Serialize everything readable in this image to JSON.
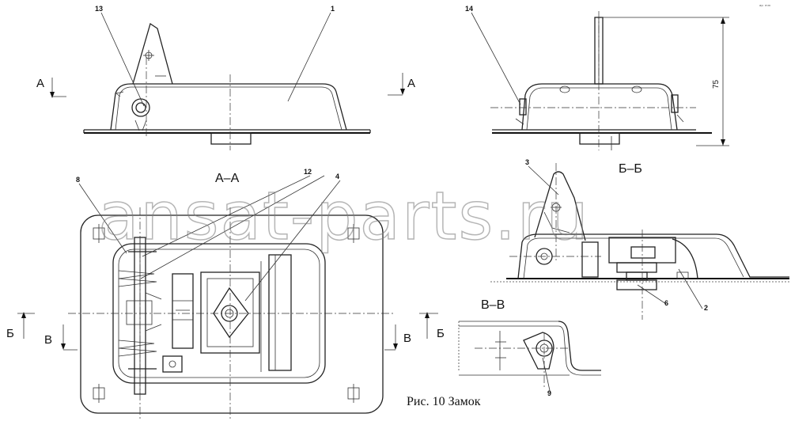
{
  "caption": "Рис. 10 Замок",
  "watermark": "ansat-parts.ru",
  "sections": {
    "aa": "А–А",
    "bb": "Б–Б",
    "vv": "В–В"
  },
  "view_marks": {
    "a_left": "А",
    "a_right": "А",
    "b_left": "Б",
    "b_right": "Б",
    "v_left": "В",
    "v_right": "В"
  },
  "dimension_75": "75",
  "corner_mark": "ᵃᵖ ᵐᵐ",
  "callouts": {
    "c1": "1",
    "c2": "2",
    "c3": "3",
    "c4": "4",
    "c6": "6",
    "c8": "8",
    "c9": "9",
    "c12": "12",
    "c13": "13",
    "c14": "14"
  }
}
